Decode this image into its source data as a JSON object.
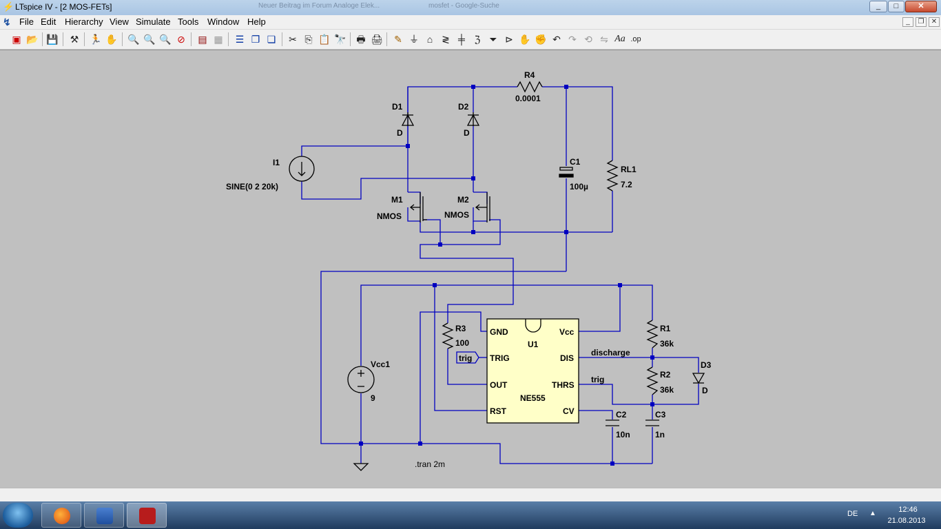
{
  "window": {
    "title": "LTspice IV - [2 MOS-FETs]",
    "ghost_tabs": [
      "Neuer Beitrag im Forum Analoge Elek...",
      "mosfet - Google-Suche"
    ],
    "min": "_",
    "max": "□",
    "close": "✕"
  },
  "menu": {
    "items": [
      "File",
      "Edit",
      "Hierarchy",
      "View",
      "Simulate",
      "Tools",
      "Window",
      "Help"
    ]
  },
  "toolbar": {
    "icons": [
      "new-schematic-icon",
      "open-icon",
      "save-icon",
      "control-panel-icon",
      "run-icon",
      "halt-icon",
      "zoom-in-icon",
      "zoom-pan-icon",
      "zoom-out-icon",
      "zoom-cancel-icon",
      "autorange-icon",
      "view-netlist-icon",
      "tile-horizontal-icon",
      "cascade-icon",
      "close-window-icon",
      "cut-icon",
      "copy-icon",
      "paste-icon",
      "find-icon",
      "print-setup-icon",
      "print-icon",
      "draw-wire-icon",
      "ground-icon",
      "label-net-icon",
      "resistor-icon",
      "capacitor-icon",
      "inductor-icon",
      "diode-icon",
      "component-icon",
      "move-icon",
      "drag-icon",
      "undo-icon",
      "redo-icon",
      "rotate-icon",
      "mirror-icon",
      "text-icon",
      "spice-directive-icon"
    ]
  },
  "schematic": {
    "labels": {
      "R4_name": "R4",
      "R4_value": "0.0001",
      "D1_name": "D1",
      "D1_value": "D",
      "D2_name": "D2",
      "D2_value": "D",
      "C1_name": "C1",
      "C1_value": "100µ",
      "RL1_name": "RL1",
      "RL1_value": "7.2",
      "I1_name": "I1",
      "I1_value": "SINE(0 2 20k)",
      "M1_name": "M1",
      "M1_value": "NMOS",
      "M2_name": "M2",
      "M2_value": "NMOS",
      "R3_name": "R3",
      "R3_value": "100",
      "Vcc1_name": "Vcc1",
      "Vcc1_value": "9",
      "U1_name": "U1",
      "U1_value": "NE555",
      "pin_gnd": "GND",
      "pin_trig": "TRIG",
      "pin_out": "OUT",
      "pin_rst": "RST",
      "pin_vcc": "Vcc",
      "pin_dis": "DIS",
      "pin_thrs": "THRS",
      "pin_cv": "CV",
      "net_trig_in": "trig",
      "net_discharge": "discharge",
      "net_trig": "trig",
      "R1_name": "R1",
      "R1_value": "36k",
      "R2_name": "R2",
      "R2_value": "36k",
      "D3_name": "D3",
      "D3_value": "D",
      "C2_name": "C2",
      "C2_value": "10n",
      "C3_name": "C3",
      "C3_value": "1n",
      "directive": ".tran 2m"
    }
  },
  "taskbar": {
    "apps": [
      "firefox-icon",
      "word-icon",
      "ltspice-icon"
    ],
    "lang": "DE",
    "time": "12:46",
    "date": "21.08.2013"
  },
  "colors": {
    "wire": "#0000c0",
    "canvas": "#c0c0c0",
    "ic_body": "#ffffc8"
  }
}
